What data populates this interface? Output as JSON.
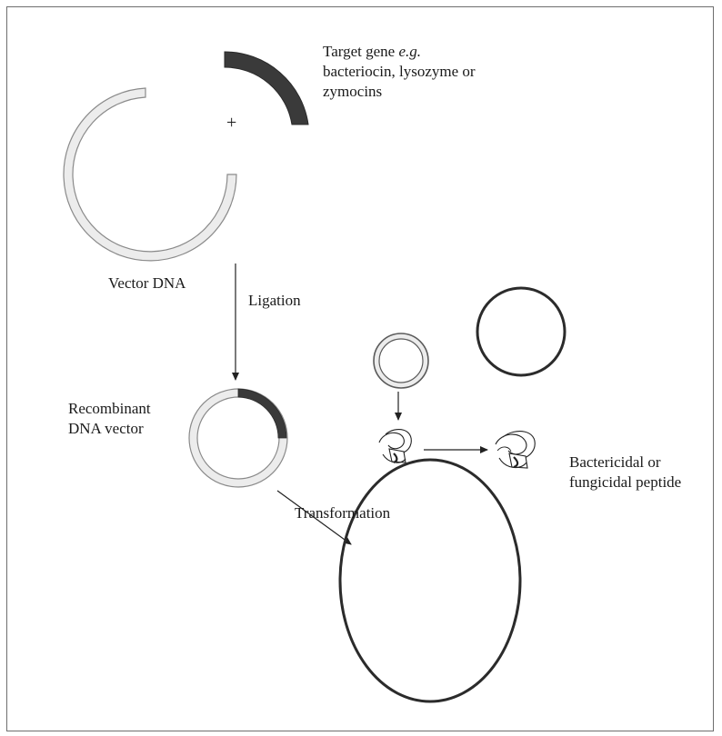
{
  "labels": {
    "target_gene_line1": "Target gene ",
    "target_gene_eg": "e.g.",
    "target_gene_rest": "bacteriocin, lysozyme or\nzymocins",
    "plus": "+",
    "vector_dna": "Vector DNA",
    "ligation": "Ligation",
    "recombinant": "Recombinant\nDNA vector",
    "transformation": "Transformation",
    "peptide": "Bactericidal or\nfungicidal peptide"
  },
  "colors": {
    "border": "#6e6e6e",
    "strand_outline": "#8a8a8a",
    "strand_fill": "#ececec",
    "gene_fill": "#3a3a3a",
    "cell_outline": "#2b2b2b",
    "text": "#1a1a1a"
  }
}
